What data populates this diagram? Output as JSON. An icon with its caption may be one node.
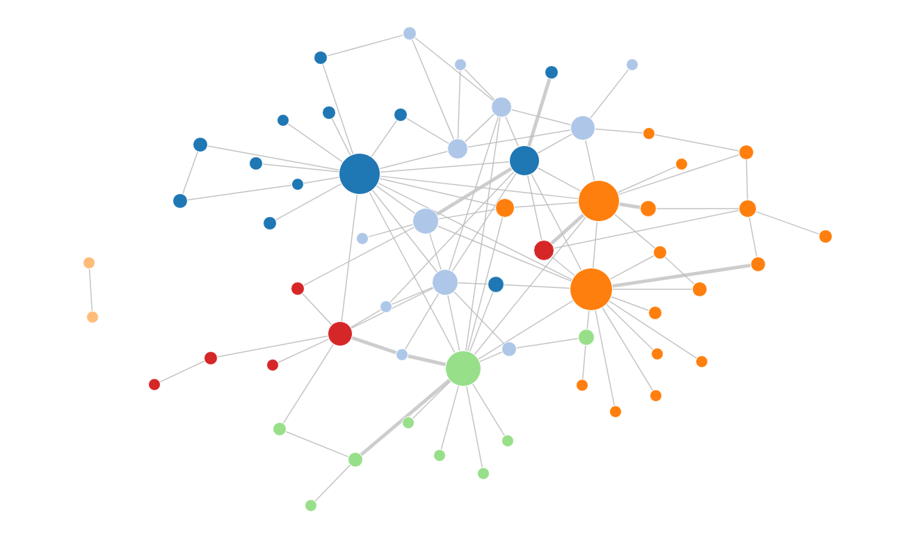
{
  "diagram": {
    "nodes": [
      {
        "text": [],
        "shape": "circle"
      },
      {
        "text": [],
        "shape": "circle"
      },
      {
        "text": [],
        "shape": "circle"
      },
      {
        "text": [],
        "shape": "circle"
      },
      {
        "text": [],
        "shape": "circle"
      },
      {
        "text": [],
        "shape": "circle"
      },
      {
        "text": [],
        "shape": "circle"
      },
      {
        "text": [],
        "shape": "circle"
      },
      {
        "text": [],
        "shape": "circle"
      },
      {
        "text": [],
        "shape": "circle"
      },
      {
        "text": [],
        "shape": "circle"
      },
      {
        "text": [],
        "shape": "circle"
      },
      {
        "text": [],
        "shape": "circle"
      },
      {
        "text": [],
        "shape": "circle"
      },
      {
        "text": [],
        "shape": "circle"
      },
      {
        "text": [],
        "shape": "circle"
      },
      {
        "text": [],
        "shape": "circle"
      },
      {
        "text": [],
        "shape": "circle"
      },
      {
        "text": [],
        "shape": "circle"
      },
      {
        "text": [],
        "shape": "circle"
      },
      {
        "text": [],
        "shape": "circle"
      },
      {
        "text": [],
        "shape": "circle"
      },
      {
        "text": [],
        "shape": "circle"
      },
      {
        "text": [],
        "shape": "circle"
      },
      {
        "text": [],
        "shape": "circle"
      },
      {
        "text": [],
        "shape": "circle"
      },
      {
        "text": [],
        "shape": "circle"
      },
      {
        "text": [],
        "shape": "circle"
      },
      {
        "text": [],
        "shape": "circle"
      },
      {
        "text": [],
        "shape": "circle"
      },
      {
        "text": [],
        "shape": "circle"
      },
      {
        "text": [],
        "shape": "circle"
      },
      {
        "text": [],
        "shape": "circle"
      },
      {
        "text": [],
        "shape": "circle"
      },
      {
        "text": [],
        "shape": "circle"
      },
      {
        "text": [],
        "shape": "circle"
      },
      {
        "text": [],
        "shape": "circle"
      },
      {
        "text": [],
        "shape": "circle"
      },
      {
        "text": [],
        "shape": "circle"
      },
      {
        "text": [],
        "shape": "circle"
      },
      {
        "text": [],
        "shape": "circle"
      },
      {
        "text": [],
        "shape": "circle"
      },
      {
        "text": [],
        "shape": "circle"
      },
      {
        "text": [],
        "shape": "circle"
      },
      {
        "text": [],
        "shape": "circle"
      },
      {
        "text": [],
        "shape": "circle"
      },
      {
        "text": [],
        "shape": "circle"
      },
      {
        "text": [],
        "shape": "circle"
      },
      {
        "text": [],
        "shape": "circle"
      },
      {
        "text": [],
        "shape": "circle"
      },
      {
        "text": [],
        "shape": "circle"
      },
      {
        "text": [],
        "shape": "circle"
      },
      {
        "text": [],
        "shape": "circle"
      },
      {
        "text": [],
        "shape": "circle"
      },
      {
        "text": [],
        "shape": "circle"
      },
      {
        "text": [],
        "shape": "circle"
      },
      {
        "text": [],
        "shape": "circle"
      },
      {
        "text": [],
        "shape": "circle"
      },
      {
        "text": [],
        "shape": "circle"
      },
      {
        "text": [],
        "shape": "circle"
      }
    ],
    "edges": [
      {
        "from": 0,
        "to": 1,
        "arrow": "none"
      },
      {
        "from": 3,
        "to": 4,
        "arrow": "none"
      },
      {
        "from": 3,
        "to": 11,
        "arrow": "none"
      },
      {
        "from": 4,
        "to": 18,
        "arrow": "none"
      },
      {
        "from": 6,
        "to": 18,
        "arrow": "none"
      },
      {
        "from": 7,
        "to": 18,
        "arrow": "none"
      },
      {
        "from": 10,
        "to": 18,
        "arrow": "none"
      },
      {
        "from": 11,
        "to": 18,
        "arrow": "none"
      },
      {
        "from": 15,
        "to": 18,
        "arrow": "none"
      },
      {
        "from": 21,
        "to": 18,
        "arrow": "none"
      },
      {
        "from": 14,
        "to": 24,
        "arrow": "none"
      },
      {
        "from": 14,
        "to": 18,
        "arrow": "none"
      },
      {
        "from": 24,
        "to": 33,
        "arrow": "none"
      },
      {
        "from": 24,
        "to": 28,
        "arrow": "none"
      },
      {
        "from": 29,
        "to": 28,
        "arrow": "none"
      },
      {
        "from": 29,
        "to": 33,
        "arrow": "none"
      },
      {
        "from": 21,
        "to": 28,
        "arrow": "none"
      },
      {
        "from": 18,
        "to": 25,
        "arrow": "none"
      },
      {
        "from": 18,
        "to": 28,
        "arrow": "none"
      },
      {
        "from": 18,
        "to": 37,
        "arrow": "none"
      },
      {
        "from": 18,
        "to": 44,
        "arrow": "none"
      },
      {
        "from": 18,
        "to": 43,
        "arrow": "none"
      },
      {
        "from": 18,
        "to": 16,
        "arrow": "none"
      },
      {
        "from": 18,
        "to": 30,
        "arrow": "none"
      },
      {
        "from": 18,
        "to": 34,
        "arrow": "none"
      },
      {
        "from": 18,
        "to": 27,
        "arrow": "none"
      },
      {
        "from": 33,
        "to": 28,
        "arrow": "none"
      },
      {
        "from": 33,
        "to": 37,
        "arrow": "none"
      },
      {
        "from": 33,
        "to": 41,
        "arrow": "none"
      },
      {
        "from": 33,
        "to": 30,
        "arrow": "none"
      },
      {
        "from": 33,
        "to": 27,
        "arrow": "none"
      },
      {
        "from": 39,
        "to": 37,
        "arrow": "none",
        "style": "thick"
      },
      {
        "from": 46,
        "to": 41,
        "arrow": "none"
      },
      {
        "from": 41,
        "to": 28,
        "arrow": "none"
      },
      {
        "from": 41,
        "to": 37,
        "arrow": "none"
      },
      {
        "from": 41,
        "to": 44,
        "arrow": "none"
      },
      {
        "from": 41,
        "to": 48,
        "arrow": "none"
      },
      {
        "from": 37,
        "to": 25,
        "arrow": "none",
        "style": "thick"
      },
      {
        "from": 37,
        "to": 44,
        "arrow": "none"
      },
      {
        "from": 37,
        "to": 38,
        "arrow": "none"
      },
      {
        "from": 37,
        "to": 27,
        "arrow": "none"
      },
      {
        "from": 37,
        "to": 20,
        "arrow": "none"
      },
      {
        "from": 37,
        "to": 43,
        "arrow": "none"
      },
      {
        "from": 25,
        "to": 19,
        "arrow": "none"
      },
      {
        "from": 25,
        "to": 12,
        "arrow": "none"
      },
      {
        "from": 25,
        "to": 27,
        "arrow": "none"
      },
      {
        "from": 25,
        "to": 34,
        "arrow": "none"
      },
      {
        "from": 25,
        "to": 43,
        "arrow": "none"
      },
      {
        "from": 38,
        "to": 44,
        "arrow": "none",
        "style": "thick"
      },
      {
        "from": 34,
        "to": 44,
        "arrow": "none"
      },
      {
        "from": 34,
        "to": 30,
        "arrow": "none"
      },
      {
        "from": 44,
        "to": 47,
        "arrow": "none",
        "style": "thick"
      },
      {
        "from": 44,
        "to": 53,
        "arrow": "none"
      },
      {
        "from": 44,
        "to": 56,
        "arrow": "none"
      },
      {
        "from": 44,
        "to": 52,
        "arrow": "none"
      },
      {
        "from": 44,
        "to": 43,
        "arrow": "none"
      },
      {
        "from": 44,
        "to": 30,
        "arrow": "none"
      },
      {
        "from": 48,
        "to": 56,
        "arrow": "none"
      },
      {
        "from": 56,
        "to": 57,
        "arrow": "none"
      },
      {
        "from": 57,
        "to": 47,
        "arrow": "none"
      },
      {
        "from": 57,
        "to": 59,
        "arrow": "none"
      },
      {
        "from": 57,
        "to": 58,
        "arrow": "none"
      },
      {
        "from": 57,
        "to": 38,
        "arrow": "none"
      },
      {
        "from": 58,
        "to": 43,
        "arrow": "none",
        "style": "thick"
      },
      {
        "from": 43,
        "to": 32,
        "arrow": "none"
      },
      {
        "from": 43,
        "to": 49,
        "arrow": "none"
      },
      {
        "from": 43,
        "to": 54,
        "arrow": "none"
      },
      {
        "from": 43,
        "to": 42,
        "arrow": "none"
      },
      {
        "from": 43,
        "to": 51,
        "arrow": "none"
      },
      {
        "from": 43,
        "to": 50,
        "arrow": "none"
      },
      {
        "from": 43,
        "to": 45,
        "arrow": "none"
      },
      {
        "from": 43,
        "to": 55,
        "arrow": "none"
      },
      {
        "from": 43,
        "to": 30,
        "arrow": "none"
      },
      {
        "from": 43,
        "to": 38,
        "arrow": "none"
      },
      {
        "from": 52,
        "to": 54,
        "arrow": "none"
      },
      {
        "from": 52,
        "to": 43,
        "arrow": "none"
      },
      {
        "from": 42,
        "to": 40,
        "arrow": "none"
      },
      {
        "from": 42,
        "to": 36,
        "arrow": "none"
      },
      {
        "from": 36,
        "to": 30,
        "arrow": "none"
      },
      {
        "from": 36,
        "to": 27,
        "arrow": "none"
      },
      {
        "from": 32,
        "to": 27,
        "arrow": "none"
      },
      {
        "from": 32,
        "to": 30,
        "arrow": "none"
      },
      {
        "from": 27,
        "to": 20,
        "arrow": "none"
      },
      {
        "from": 27,
        "to": 16,
        "arrow": "none"
      },
      {
        "from": 27,
        "to": 30,
        "arrow": "none"
      },
      {
        "from": 16,
        "to": 12,
        "arrow": "none"
      },
      {
        "from": 16,
        "to": 5,
        "arrow": "none"
      },
      {
        "from": 16,
        "to": 8,
        "arrow": "none"
      },
      {
        "from": 16,
        "to": 9,
        "arrow": "none"
      },
      {
        "from": 16,
        "to": 22,
        "arrow": "none",
        "style": "thick"
      },
      {
        "from": 5,
        "to": 2,
        "arrow": "none"
      },
      {
        "from": 22,
        "to": 30,
        "arrow": "none",
        "style": "thick"
      },
      {
        "from": 22,
        "to": 27,
        "arrow": "none"
      },
      {
        "from": 9,
        "to": 17,
        "arrow": "none"
      },
      {
        "from": 17,
        "to": 13,
        "arrow": "none"
      },
      {
        "from": 17,
        "to": 30,
        "arrow": "none",
        "style": "thick"
      },
      {
        "from": 23,
        "to": 30,
        "arrow": "none"
      },
      {
        "from": 30,
        "to": 26,
        "arrow": "none"
      },
      {
        "from": 30,
        "to": 31,
        "arrow": "none"
      },
      {
        "from": 30,
        "to": 35,
        "arrow": "none"
      },
      {
        "from": 20,
        "to": 16,
        "arrow": "none"
      }
    ]
  }
}
